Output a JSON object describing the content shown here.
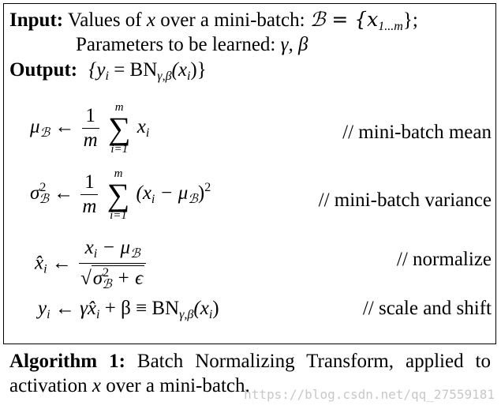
{
  "header": {
    "input_label": "Input:",
    "input_text_pre": "Values of ",
    "input_var": "x",
    "input_text_mid": " over a mini-batch: ",
    "input_set": "ℬ = {x",
    "input_set_sub": "1...m",
    "input_set_end": "};",
    "params_text": "Parameters to be learned: ",
    "params_vars": "γ, β",
    "output_label": "Output:",
    "output_pre": "{y",
    "output_sub_i": "i",
    "output_eq": " = BN",
    "output_bn_sub": "γ,β",
    "output_arg": "(x",
    "output_arg_end": ")}"
  },
  "steps": [
    {
      "lhs": "μ",
      "lhs_sub": "ℬ",
      "arrow": "←",
      "comment": "// mini-batch mean"
    },
    {
      "lhs": "σ",
      "lhs_sup": "2",
      "lhs_sub": "ℬ",
      "arrow": "←",
      "comment": "// mini-batch variance"
    },
    {
      "lhs": "x̂",
      "lhs_sub": "i",
      "arrow": "←",
      "comment": "// normalize"
    },
    {
      "lhs": "y",
      "lhs_sub": "i",
      "arrow": "←",
      "comment": "// scale and shift"
    }
  ],
  "math": {
    "one": "1",
    "m": "m",
    "sum_top": "m",
    "sum_bottom": "i=1",
    "sigma": "∑",
    "xi": "x",
    "i": "i",
    "var_open": "(x",
    "var_minus": " − μ",
    "var_close": ")",
    "sq": "2",
    "norm_num": "x",
    "norm_num_minus": " − μ",
    "sqrt_sym": "√",
    "norm_den_sigma": "σ",
    "norm_den_rest": " + ϵ",
    "calB": "ℬ",
    "scale_rhs": "γx̂",
    "scale_rhs_plus": " + β ≡ BN",
    "scale_bn_sub": "γ,β",
    "scale_arg": "(x",
    "scale_arg_end": ")"
  },
  "caption": {
    "label": "Algorithm 1:",
    "text": " Batch Normalizing Transform, applied to activation ",
    "var": "x",
    "text_end": " over a mini-batch."
  },
  "watermark": "https://blog.csdn.net/qq_27559181"
}
